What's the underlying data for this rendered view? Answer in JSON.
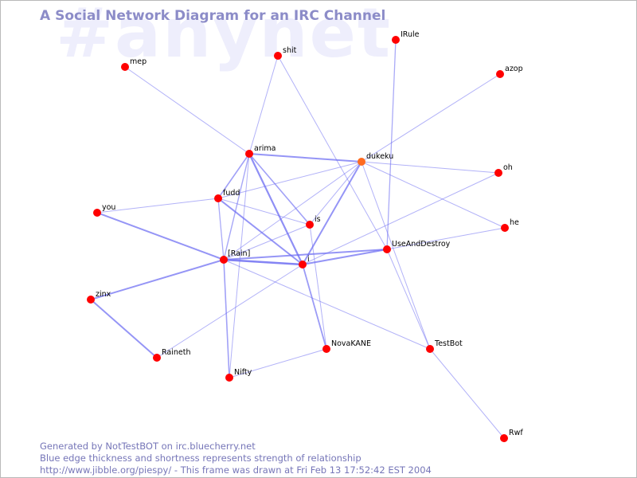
{
  "watermark": "#anynet",
  "title": "A Social Network Diagram for an IRC Channel",
  "footer": {
    "line1": "Generated by NotTestBOT on irc.bluecherry.net",
    "line2": "Blue edge thickness and shortness represents strength of relationship",
    "line3": "http://www.jibble.org/piespy/ - This frame was drawn at Fri Feb 13 17:52:42 EST 2004"
  },
  "colors": {
    "node": "#ff0000",
    "node_highlight": "#ff6b20",
    "edge": "#6c6cf2",
    "title": "#8c8cc8",
    "watermark": "#eeeefc"
  },
  "nodes": [
    {
      "id": "mep",
      "label": "mep",
      "color": "#ff0000"
    },
    {
      "id": "shit",
      "label": "shit",
      "color": "#ff0000"
    },
    {
      "id": "IRule",
      "label": "IRule",
      "color": "#ff0000"
    },
    {
      "id": "azop",
      "label": "azop",
      "color": "#ff0000"
    },
    {
      "id": "arima",
      "label": "arima",
      "color": "#ff0000"
    },
    {
      "id": "dukeku",
      "label": "dukeku",
      "color": "#ff6b20"
    },
    {
      "id": "oh",
      "label": "oh",
      "color": "#ff0000"
    },
    {
      "id": "fudd",
      "label": "fudd",
      "color": "#ff0000"
    },
    {
      "id": "you",
      "label": "you",
      "color": "#ff0000"
    },
    {
      "id": "is",
      "label": "is",
      "color": "#ff0000"
    },
    {
      "id": "he",
      "label": "he",
      "color": "#ff0000"
    },
    {
      "id": "UseAndDestroy",
      "label": "UseAndDestroy",
      "color": "#ff0000"
    },
    {
      "id": "IRain",
      "label": "[Rain]",
      "color": "#ff0000"
    },
    {
      "id": "i",
      "label": "i",
      "color": "#ff0000"
    },
    {
      "id": "zinx",
      "label": "zinx",
      "color": "#ff0000"
    },
    {
      "id": "NovaKANE",
      "label": "NovaKANE",
      "color": "#ff0000"
    },
    {
      "id": "TestBot",
      "label": "TestBot",
      "color": "#ff0000"
    },
    {
      "id": "Raineth",
      "label": "Raineth",
      "color": "#ff0000"
    },
    {
      "id": "Nifty",
      "label": "Nifty",
      "color": "#ff0000"
    },
    {
      "id": "Rwf",
      "label": "Rwf",
      "color": "#ff0000"
    }
  ],
  "edges": [
    {
      "from": "mep",
      "to": "arima",
      "strength": 1
    },
    {
      "from": "shit",
      "to": "arima",
      "strength": 1
    },
    {
      "from": "shit",
      "to": "UseAndDestroy",
      "strength": 1
    },
    {
      "from": "IRule",
      "to": "UseAndDestroy",
      "strength": 1.3
    },
    {
      "from": "azop",
      "to": "dukeku",
      "strength": 1
    },
    {
      "from": "arima",
      "to": "dukeku",
      "strength": 2
    },
    {
      "from": "arima",
      "to": "fudd",
      "strength": 1.6
    },
    {
      "from": "arima",
      "to": "i",
      "strength": 2.2
    },
    {
      "from": "arima",
      "to": "is",
      "strength": 1.6
    },
    {
      "from": "arima",
      "to": "IRain",
      "strength": 1.4
    },
    {
      "from": "arima",
      "to": "Nifty",
      "strength": 1
    },
    {
      "from": "dukeku",
      "to": "oh",
      "strength": 1
    },
    {
      "from": "dukeku",
      "to": "he",
      "strength": 1
    },
    {
      "from": "dukeku",
      "to": "fudd",
      "strength": 1
    },
    {
      "from": "dukeku",
      "to": "is",
      "strength": 1
    },
    {
      "from": "dukeku",
      "to": "IRain",
      "strength": 1
    },
    {
      "from": "dukeku",
      "to": "i",
      "strength": 2
    },
    {
      "from": "dukeku",
      "to": "TestBot",
      "strength": 1
    },
    {
      "from": "fudd",
      "to": "you",
      "strength": 1
    },
    {
      "from": "fudd",
      "to": "is",
      "strength": 1
    },
    {
      "from": "fudd",
      "to": "i",
      "strength": 2
    },
    {
      "from": "fudd",
      "to": "IRain",
      "strength": 1.3
    },
    {
      "from": "you",
      "to": "IRain",
      "strength": 2
    },
    {
      "from": "is",
      "to": "IRain",
      "strength": 1
    },
    {
      "from": "is",
      "to": "NovaKANE",
      "strength": 1
    },
    {
      "from": "he",
      "to": "UseAndDestroy",
      "strength": 1
    },
    {
      "from": "oh",
      "to": "i",
      "strength": 1
    },
    {
      "from": "UseAndDestroy",
      "to": "IRain",
      "strength": 2
    },
    {
      "from": "UseAndDestroy",
      "to": "i",
      "strength": 2
    },
    {
      "from": "UseAndDestroy",
      "to": "TestBot",
      "strength": 1
    },
    {
      "from": "IRain",
      "to": "i",
      "strength": 2.6
    },
    {
      "from": "IRain",
      "to": "zinx",
      "strength": 2
    },
    {
      "from": "IRain",
      "to": "Nifty",
      "strength": 1.6
    },
    {
      "from": "IRain",
      "to": "TestBot",
      "strength": 1
    },
    {
      "from": "i",
      "to": "NovaKANE",
      "strength": 1.8
    },
    {
      "from": "i",
      "to": "Raineth",
      "strength": 1
    },
    {
      "from": "zinx",
      "to": "Raineth",
      "strength": 2
    },
    {
      "from": "NovaKANE",
      "to": "Nifty",
      "strength": 1
    },
    {
      "from": "TestBot",
      "to": "Rwf",
      "strength": 1
    }
  ]
}
